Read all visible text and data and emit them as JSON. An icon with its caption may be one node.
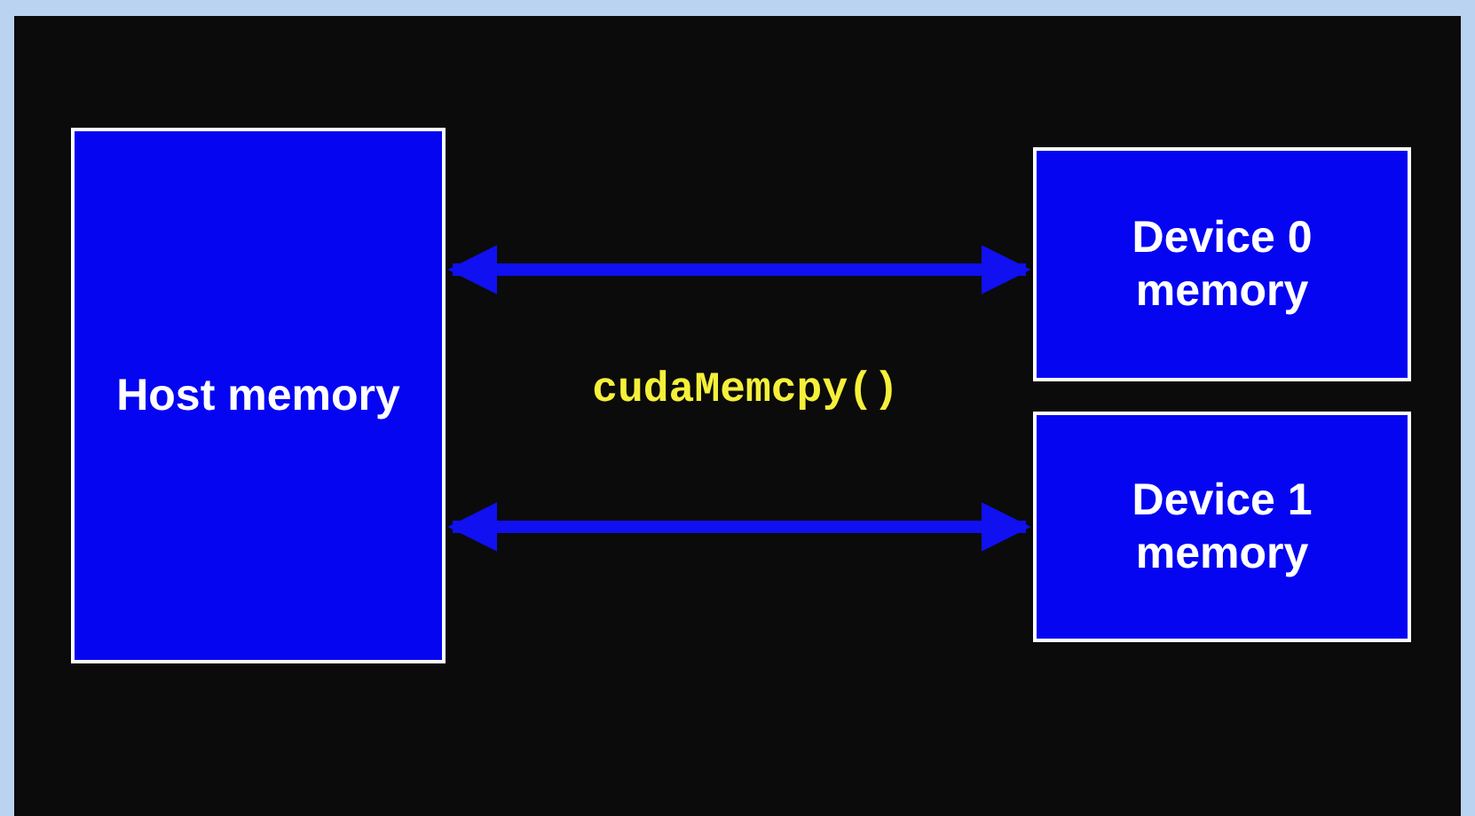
{
  "diagram": {
    "nodes": [
      {
        "text": [
          "Host memory"
        ]
      },
      {
        "text": [
          "Device 0 memory"
        ]
      },
      {
        "text": [
          "Device 1 memory"
        ]
      }
    ],
    "edges": [
      {
        "from": 0,
        "to": 1,
        "arrow": "both"
      },
      {
        "from": 0,
        "to": 2,
        "arrow": "both"
      }
    ],
    "labels": [
      "cudaMemcpy()"
    ]
  }
}
